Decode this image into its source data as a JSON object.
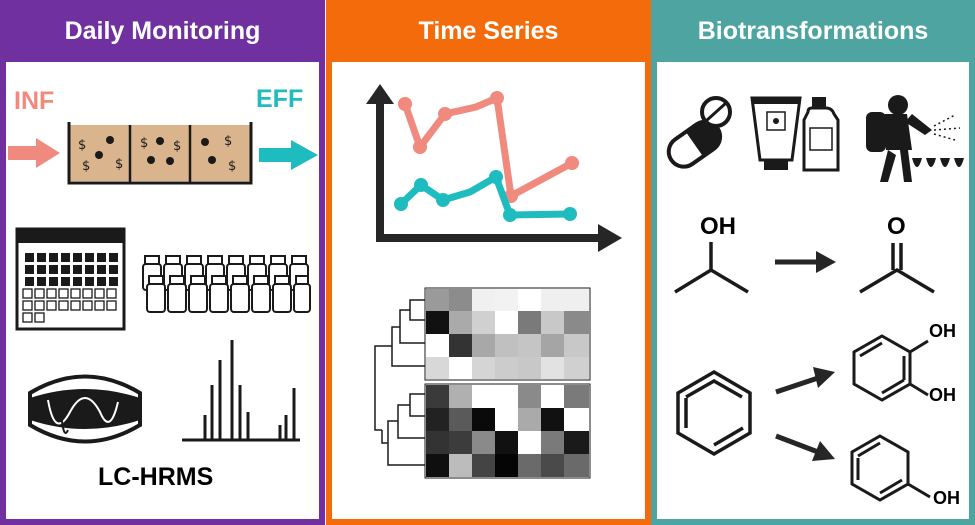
{
  "panels": {
    "daily": {
      "title": "Daily Monitoring",
      "color": "#7030a0"
    },
    "timeseries": {
      "title": "Time Series",
      "color": "#f46b0c"
    },
    "bio": {
      "title": "Biotransformations",
      "color": "#4ea4a0"
    }
  },
  "daily": {
    "inf_label": "INF",
    "eff_label": "EFF",
    "inf_color": "#f08a7e",
    "eff_color": "#1fbcbf",
    "method_label": "LC-HRMS"
  },
  "timeseries": {
    "inf_color": "#f08a7e",
    "eff_color": "#1fbcbf"
  },
  "bio": {
    "oh_label": "OH",
    "o_label": "O"
  },
  "icons": [
    "pill-icon",
    "sunscreen-icon",
    "bottle-icon",
    "person-spraying-icon",
    "calendar-icon",
    "sample-vials-icon",
    "orbitrap-icon",
    "mass-spectrum-icon",
    "line-chart-icon",
    "heatmap-icon",
    "dendrogram-icon",
    "benzene-icon",
    "catechol-icon",
    "phenol-icon",
    "isopropanol-icon",
    "acetone-icon"
  ]
}
